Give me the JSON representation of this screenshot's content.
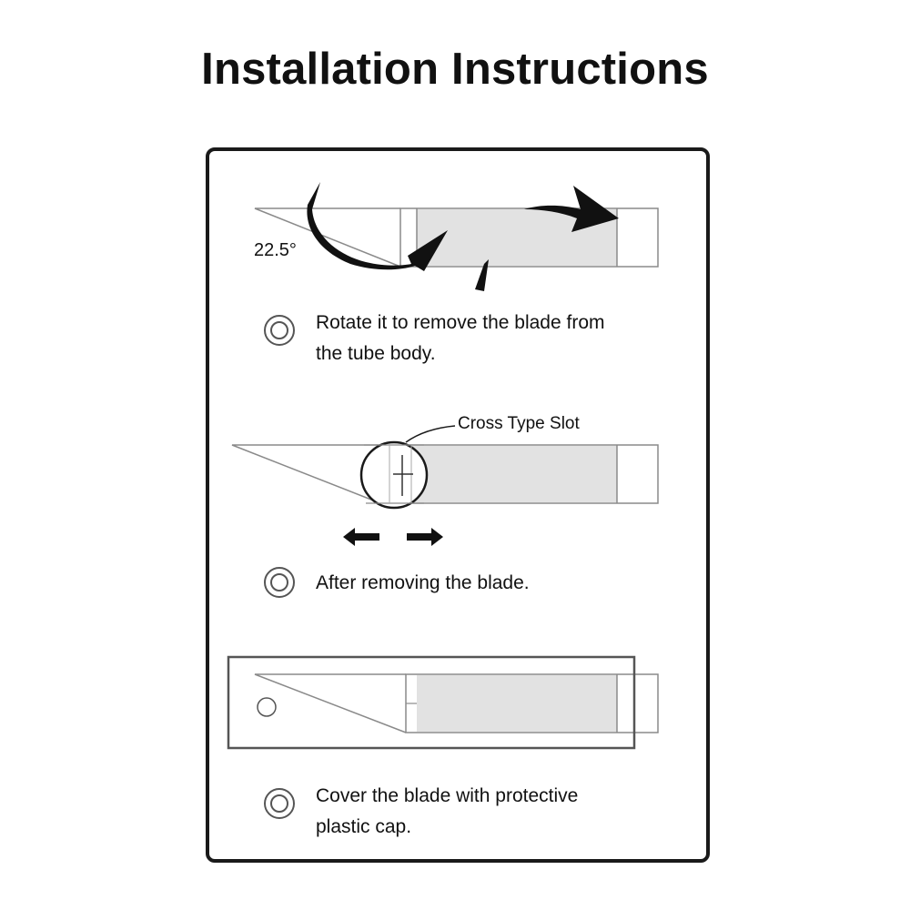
{
  "title": "Installation Instructions",
  "steps": [
    {
      "line1": "Rotate it to remove the blade from",
      "line2": "the tube body."
    },
    {
      "line1": "After removing the blade.",
      "line2": ""
    },
    {
      "line1": "Cover the blade with protective",
      "line2": "plastic cap."
    }
  ],
  "labels": {
    "angle": "22.5°",
    "slot": "Cross Type Slot"
  },
  "icons": {
    "step_marker": "double-circle-icon",
    "rotate": "curved-arrow-icon",
    "move": "left-right-arrows-icon"
  },
  "colors": {
    "outline": "#1a1a1a",
    "tube_fill": "#e2e2e2",
    "line": "#8a8a8a"
  }
}
